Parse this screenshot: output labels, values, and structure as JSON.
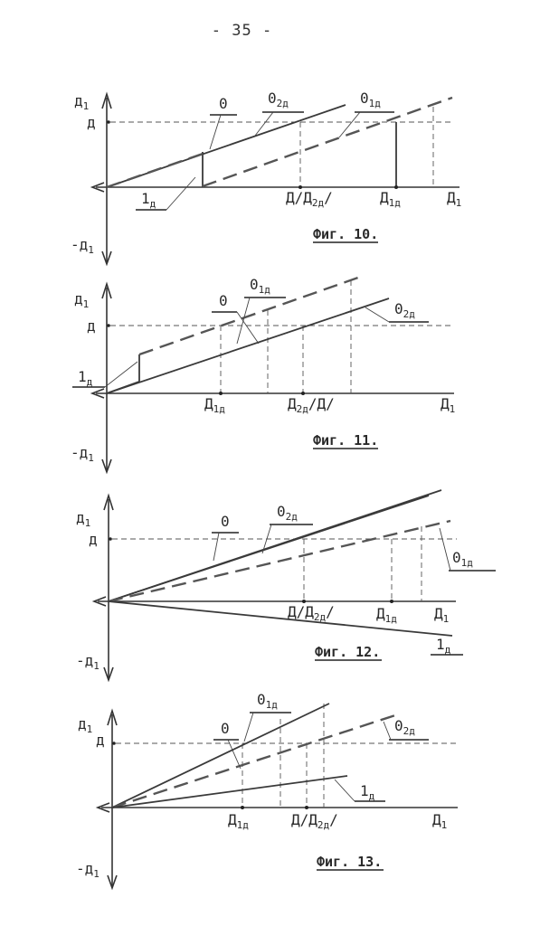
{
  "page_number": "- 35 -",
  "figures": [
    {
      "caption": "Фиг. 10.",
      "y_label": {
        "main": "д",
        "sub": "1"
      },
      "neg_y_label": {
        "main": "-д",
        "sub": "1"
      },
      "x_label": {
        "main": "Д",
        "sub": "1"
      },
      "level_label": "д",
      "line_labels": [
        {
          "main": "0",
          "sub": ""
        },
        {
          "main": "0",
          "sub": "2д"
        },
        {
          "main": "0",
          "sub": "1д"
        },
        {
          "main": "1",
          "sub": "д"
        }
      ],
      "x_ticks": [
        {
          "main": "Д/Д",
          "sub": "2д",
          "tail": "/"
        },
        {
          "main": "Д",
          "sub": "1д",
          "tail": ""
        }
      ]
    },
    {
      "caption": "Фиг. 11.",
      "y_label": {
        "main": "д",
        "sub": "1"
      },
      "neg_y_label": {
        "main": "-д",
        "sub": "1"
      },
      "x_label": {
        "main": "Д",
        "sub": "1"
      },
      "level_label": "д",
      "line_labels": [
        {
          "main": "0",
          "sub": "1д"
        },
        {
          "main": "0",
          "sub": ""
        },
        {
          "main": "0",
          "sub": "2д"
        },
        {
          "main": "1",
          "sub": "д"
        }
      ],
      "x_ticks": [
        {
          "main": "Д",
          "sub": "1д",
          "tail": ""
        },
        {
          "main": "Д",
          "sub": "2д",
          "tail": "/Д/"
        }
      ]
    },
    {
      "caption": "Фиг. 12.",
      "y_label": {
        "main": "д",
        "sub": "1"
      },
      "neg_y_label": {
        "main": "-д",
        "sub": "1"
      },
      "x_label": {
        "main": "Д",
        "sub": "1"
      },
      "level_label": "д",
      "line_labels": [
        {
          "main": "0",
          "sub": ""
        },
        {
          "main": "0",
          "sub": "2д"
        },
        {
          "main": "0",
          "sub": "1д"
        },
        {
          "main": "1",
          "sub": "д"
        }
      ],
      "x_ticks": [
        {
          "main": "Д/Д",
          "sub": "2д",
          "tail": "/"
        },
        {
          "main": "Д",
          "sub": "1д",
          "tail": ""
        }
      ]
    },
    {
      "caption": "Фиг. 13.",
      "y_label": {
        "main": "д",
        "sub": "1"
      },
      "neg_y_label": {
        "main": "-д",
        "sub": "1"
      },
      "x_label": {
        "main": "Д",
        "sub": "1"
      },
      "level_label": "д",
      "line_labels": [
        {
          "main": "0",
          "sub": "1д"
        },
        {
          "main": "0",
          "sub": ""
        },
        {
          "main": "0",
          "sub": "2д"
        },
        {
          "main": "1",
          "sub": "д"
        }
      ],
      "x_ticks": [
        {
          "main": "Д",
          "sub": "1д",
          "tail": ""
        },
        {
          "main": "Д/Д",
          "sub": "2д",
          "tail": "/"
        }
      ]
    }
  ]
}
